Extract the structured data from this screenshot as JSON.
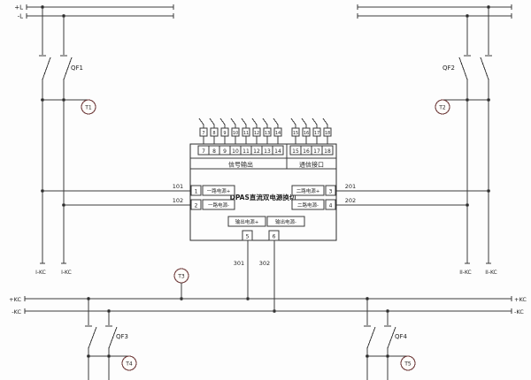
{
  "drawing": {
    "device_title": "DPAS直流双电源换切",
    "top_bus": {
      "pos_label": "+L",
      "neg_label": "-L"
    },
    "bottom_bus": {
      "pos_label": "+KC",
      "neg_label": "-KC"
    },
    "feeders": {
      "qf1": "QF1",
      "qf2": "QF2",
      "qf3": "QF3",
      "qf4": "QF4"
    },
    "transducers": {
      "t1": "T1",
      "t2": "T2",
      "t3": "T3",
      "t4": "T4",
      "t5": "T5"
    },
    "wire_numbers": {
      "w101": "101",
      "w102": "102",
      "w201": "201",
      "w202": "202",
      "w301": "301",
      "w302": "302"
    },
    "bus_ends": {
      "left_pos": "I-KC",
      "left_neg": "I-KC",
      "right_pos": "II-KC",
      "right_neg": "II-KC"
    },
    "device": {
      "left_terminals": [
        {
          "no": "1",
          "label": "一路电源+"
        },
        {
          "no": "2",
          "label": "一路电源-"
        }
      ],
      "right_terminals": [
        {
          "no": "3",
          "label": "二路电源+"
        },
        {
          "no": "4",
          "label": "二路电源-"
        }
      ],
      "output_terminals": [
        {
          "no": "5",
          "label": "输出电源+"
        },
        {
          "no": "6",
          "label": "输出电源-"
        }
      ],
      "signal_group": {
        "label": "信号输出",
        "pins": [
          "7",
          "8",
          "9",
          "10",
          "11",
          "12",
          "13",
          "14"
        ]
      },
      "comm_group": {
        "label": "通信接口",
        "pins": [
          "15",
          "16",
          "17",
          "18"
        ]
      }
    }
  }
}
